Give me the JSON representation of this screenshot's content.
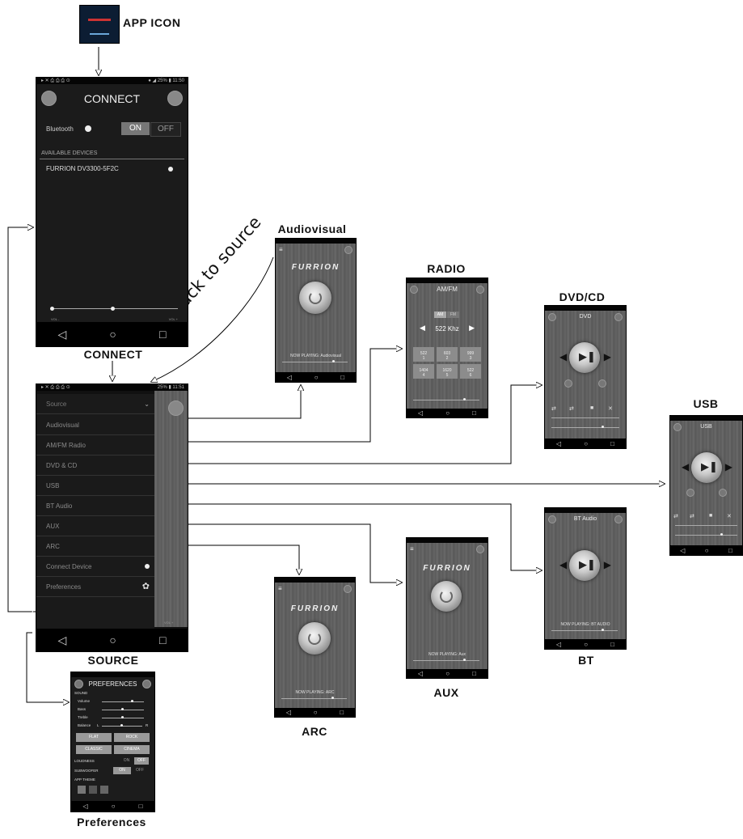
{
  "captions": {
    "app_icon": "APP ICON",
    "connect": "CONNECT",
    "source": "SOURCE",
    "preferences": "Preferences",
    "audiovisual": "Audiovisual",
    "radio": "RADIO",
    "dvd_cd": "DVD/CD",
    "usb": "USB",
    "bt": "BT",
    "aux": "AUX",
    "arc": "ARC"
  },
  "back_to_source": "Back to source",
  "connect_screen": {
    "status_time": "● ◢ 25% ▮ 11:50",
    "title": "CONNECT",
    "bluetooth_label": "Bluetooth",
    "on_label": "ON",
    "off_label": "OFF",
    "section_label": "AVAILABLE DEVICES",
    "device_name": "FURRION DV3300-5F2C",
    "vol_minus": "VOL -",
    "vol_plus": "VOL +"
  },
  "source_screen": {
    "status_time": "25% ▮ 11:51",
    "header": "Source",
    "items": [
      "Audiovisual",
      "AM/FM Radio",
      "DVD & CD",
      "USB",
      "BT Audio",
      "AUX",
      "ARC",
      "Connect Device",
      "Preferences"
    ],
    "vol_plus": "VOL +"
  },
  "audiovisual_screen": {
    "brand": "FURRION",
    "now_playing": "NOW PLAYING: Audiovisual"
  },
  "radio_screen": {
    "title": "AM/FM",
    "am_label": "AM",
    "fm_label": "FM",
    "frequency": "522 Khz",
    "presets": [
      {
        "freq": "522",
        "num": "1"
      },
      {
        "freq": "603",
        "num": "2"
      },
      {
        "freq": "999",
        "num": "3"
      },
      {
        "freq": "1404",
        "num": "4"
      },
      {
        "freq": "1620",
        "num": "5"
      },
      {
        "freq": "522",
        "num": "6"
      }
    ]
  },
  "dvd_screen": {
    "title": "DVD"
  },
  "usb_screen": {
    "title": "USB"
  },
  "bt_screen": {
    "title": "BT Audio",
    "now_playing": "NOW PLAYING: BT AUDIO"
  },
  "aux_screen": {
    "brand": "FURRION",
    "now_playing": "NOW PLAYING: Aux"
  },
  "arc_screen": {
    "brand": "FURRION",
    "now_playing": "NOW PLAYING: ARC"
  },
  "preferences_screen": {
    "title": "PREFERENCES",
    "sound_label": "SOUND",
    "sliders": [
      "Volume",
      "Bass",
      "Treble",
      "Balance"
    ],
    "balance_l": "L",
    "balance_r": "R",
    "eq_buttons": [
      "FLAT",
      "ROCK",
      "CLASSIC",
      "CINEMA"
    ],
    "loudness_label": "LOUDNESS",
    "subwoofer_label": "SUBWOOFER",
    "on_label": "ON",
    "off_label": "OFF",
    "app_theme_label": "APP THEME"
  }
}
